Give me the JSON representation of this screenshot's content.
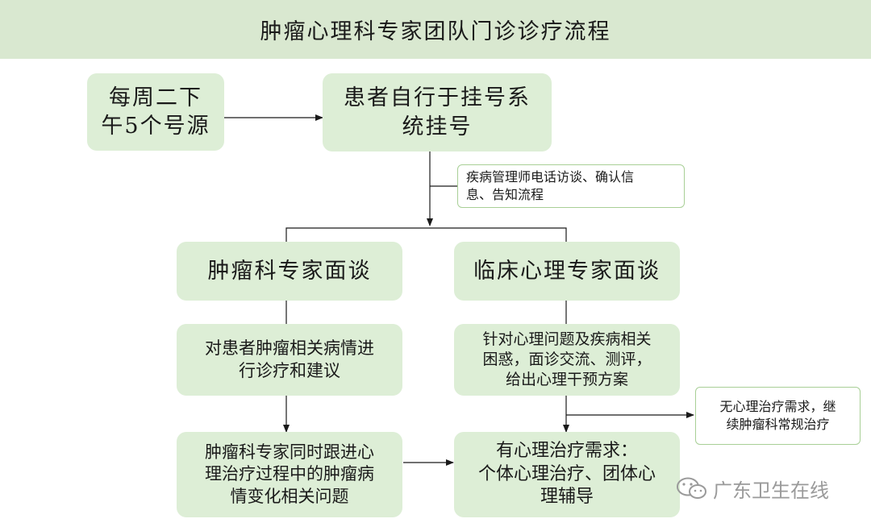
{
  "title": "肿瘤心理科专家团队门诊诊疗流程",
  "boxes": {
    "schedule": "每周二下\n午5个号源",
    "register": "患者自行于挂号系\n统挂号",
    "oncology_interview": "肿瘤科专家面谈",
    "psych_interview": "临床心理专家面谈",
    "oncology_treat": "对患者肿瘤相关病情进\n行诊疗和建议",
    "psych_assess": "针对心理问题及疾病相关\n困惑，面诊交流、测评，\n给出心理干预方案",
    "oncology_followup": "肿瘤科专家同时跟进心\n理治疗过程中的肿瘤病\n情变化相关问题",
    "need_therapy": "有心理治疗需求：\n个体心理治疗、团体心\n理辅导"
  },
  "notes": {
    "phone_call": "疾病管理师电话访谈、确认信\n息、告知流程",
    "no_need": "无心理治疗需求，继\n续肿瘤科常规治疗"
  },
  "watermark": "广东卫生在线",
  "colors": {
    "box_fill": "#ddeed6",
    "header_fill": "#d9e8d0",
    "note_border": "#a8cf96",
    "line": "#1a1a1a"
  }
}
